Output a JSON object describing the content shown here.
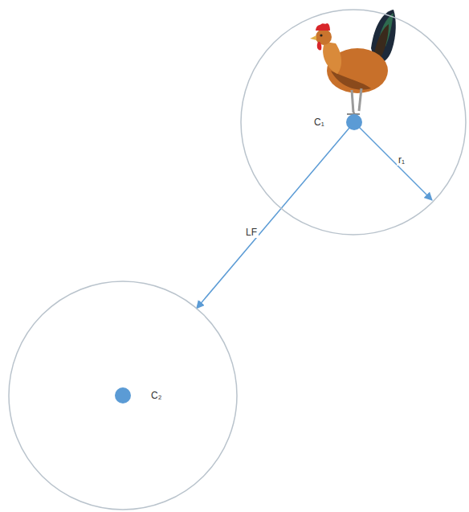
{
  "diagram": {
    "nodes": [
      {
        "text": [
          "C₁"
        ]
      },
      {
        "text": [
          "C₂"
        ]
      }
    ],
    "edges": [
      {
        "from": 0,
        "to": 1,
        "arrow": "to",
        "label": "LF"
      }
    ],
    "labels": [
      "r₁"
    ]
  }
}
